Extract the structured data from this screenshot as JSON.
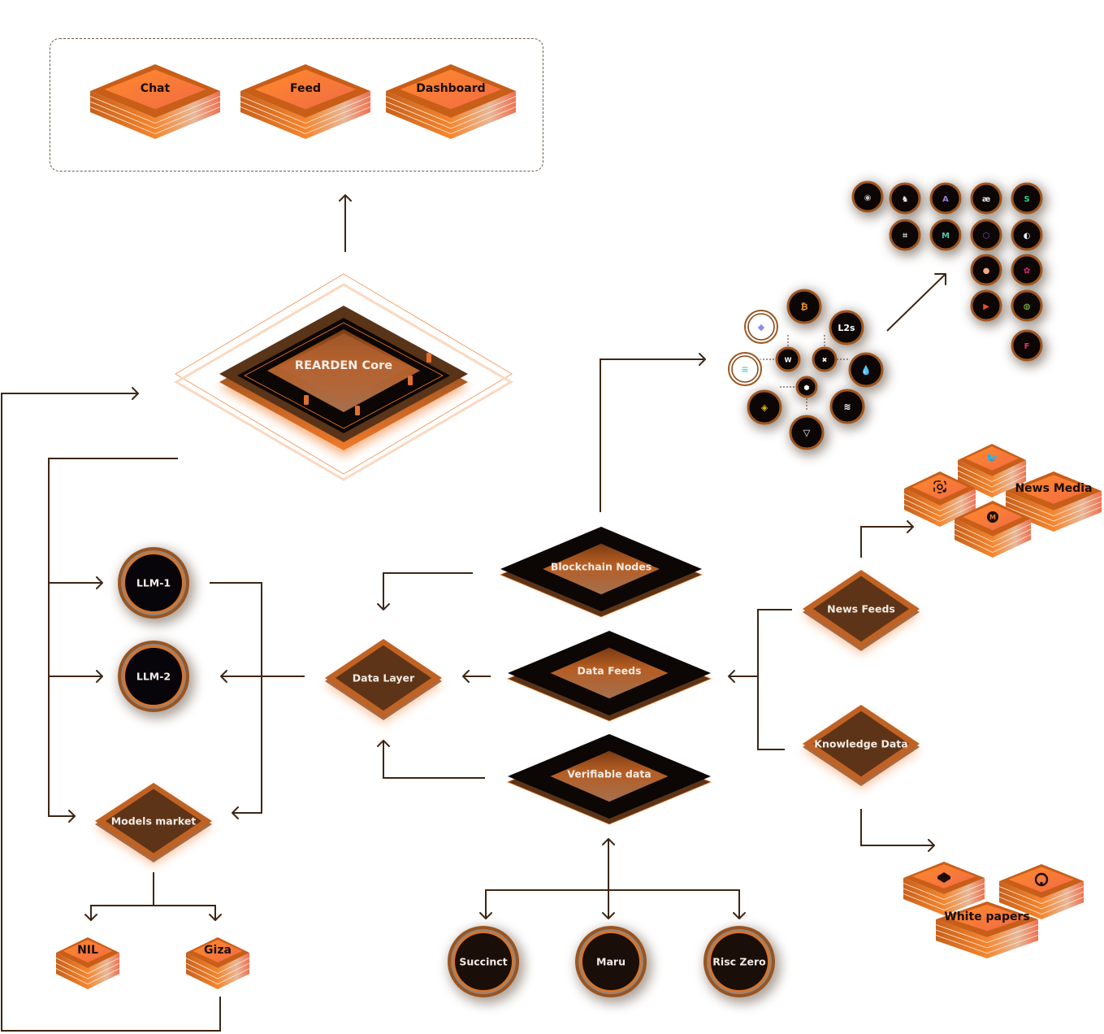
{
  "title": "REARDEN architecture",
  "colors": {
    "accent": "#f07a2a",
    "accent_light": "#f69252",
    "brown_dark": "#5a3418",
    "brown_mid": "#a05a24",
    "black": "#0c0604",
    "line": "#3e2614"
  },
  "apps": {
    "items": [
      {
        "label": "Chat"
      },
      {
        "label": "Feed"
      },
      {
        "label": "Dashboard"
      }
    ]
  },
  "core": {
    "label": "REARDEN Core"
  },
  "models": {
    "llm1": "LLM-1",
    "llm2": "LLM-2",
    "market": "Models market",
    "providers": [
      {
        "label": "NIL"
      },
      {
        "label": "Giza"
      }
    ]
  },
  "data": {
    "layer": "Data Layer",
    "blockchain_nodes": "Blockchain Nodes",
    "data_feeds": "Data Feeds",
    "verifiable": "Verifiable data",
    "provers": [
      {
        "label": "Succinct"
      },
      {
        "label": "Maru"
      },
      {
        "label": "Risc Zero"
      }
    ]
  },
  "feeds": {
    "news_feeds": "News Feeds",
    "knowledge": "Knowledge Data",
    "news_sources": [
      {
        "icon": "twitter-icon",
        "label": ""
      },
      {
        "icon": "lens-icon",
        "label": ""
      },
      {
        "icon": "news-media",
        "label": "News Media"
      },
      {
        "icon": "medium-icon",
        "label": ""
      }
    ],
    "knowledge_sources": [
      {
        "icon": "book-icon",
        "label": ""
      },
      {
        "icon": "github-icon",
        "label": ""
      },
      {
        "icon": "white-papers",
        "label": "White papers"
      }
    ]
  },
  "chains": {
    "hub": [
      {
        "icon": "bitcoin-icon",
        "text": "₿"
      },
      {
        "icon": "l2s-badge",
        "text": "L2s"
      },
      {
        "icon": "ethereum-icon",
        "text": "◆"
      },
      {
        "icon": "solana-icon",
        "text": "≡"
      },
      {
        "icon": "wormhole-icon",
        "text": "W"
      },
      {
        "icon": "bridge-x-icon",
        "text": "✖"
      },
      {
        "icon": "sui-icon",
        "text": "💧"
      },
      {
        "icon": "chainlink-icon",
        "text": "⬢"
      },
      {
        "icon": "bnb-icon",
        "text": "◈"
      },
      {
        "icon": "aptos-icon",
        "text": "≋"
      },
      {
        "icon": "ton-icon",
        "text": "▽"
      }
    ],
    "protocols": [
      {
        "icon": "protocol-eye-icon",
        "text": "◉",
        "color": "#bdbdbd"
      },
      {
        "icon": "1inch-icon",
        "text": "♞",
        "color": "#e8e8f0"
      },
      {
        "icon": "aave-icon",
        "text": "A",
        "color": "#9a7fd6"
      },
      {
        "icon": "ae-icon",
        "text": "æ",
        "color": "#e8e8e8"
      },
      {
        "icon": "protocol-green-icon",
        "text": "S",
        "color": "#2fd08a"
      },
      {
        "icon": "protocol-square-icon",
        "text": "⌗",
        "color": "#d0d0d0"
      },
      {
        "icon": "maker-icon",
        "text": "M",
        "color": "#4fc4b0"
      },
      {
        "icon": "protocol-purple-icon",
        "text": "⬡",
        "color": "#7a4fd8"
      },
      {
        "icon": "protocol-moon-icon",
        "text": "◐",
        "color": "#e8eef8"
      },
      {
        "icon": "lido-icon",
        "text": "●",
        "color": "#f3a88a"
      },
      {
        "icon": "uniswap-icon",
        "text": "✿",
        "color": "#e8237a"
      },
      {
        "icon": "curve-icon",
        "text": "▶",
        "color": "#f04b2a"
      },
      {
        "icon": "protocol-stripe-icon",
        "text": "◍",
        "color": "#8cd04a"
      },
      {
        "icon": "frax-icon",
        "text": "F",
        "color": "#f0306a"
      }
    ]
  }
}
